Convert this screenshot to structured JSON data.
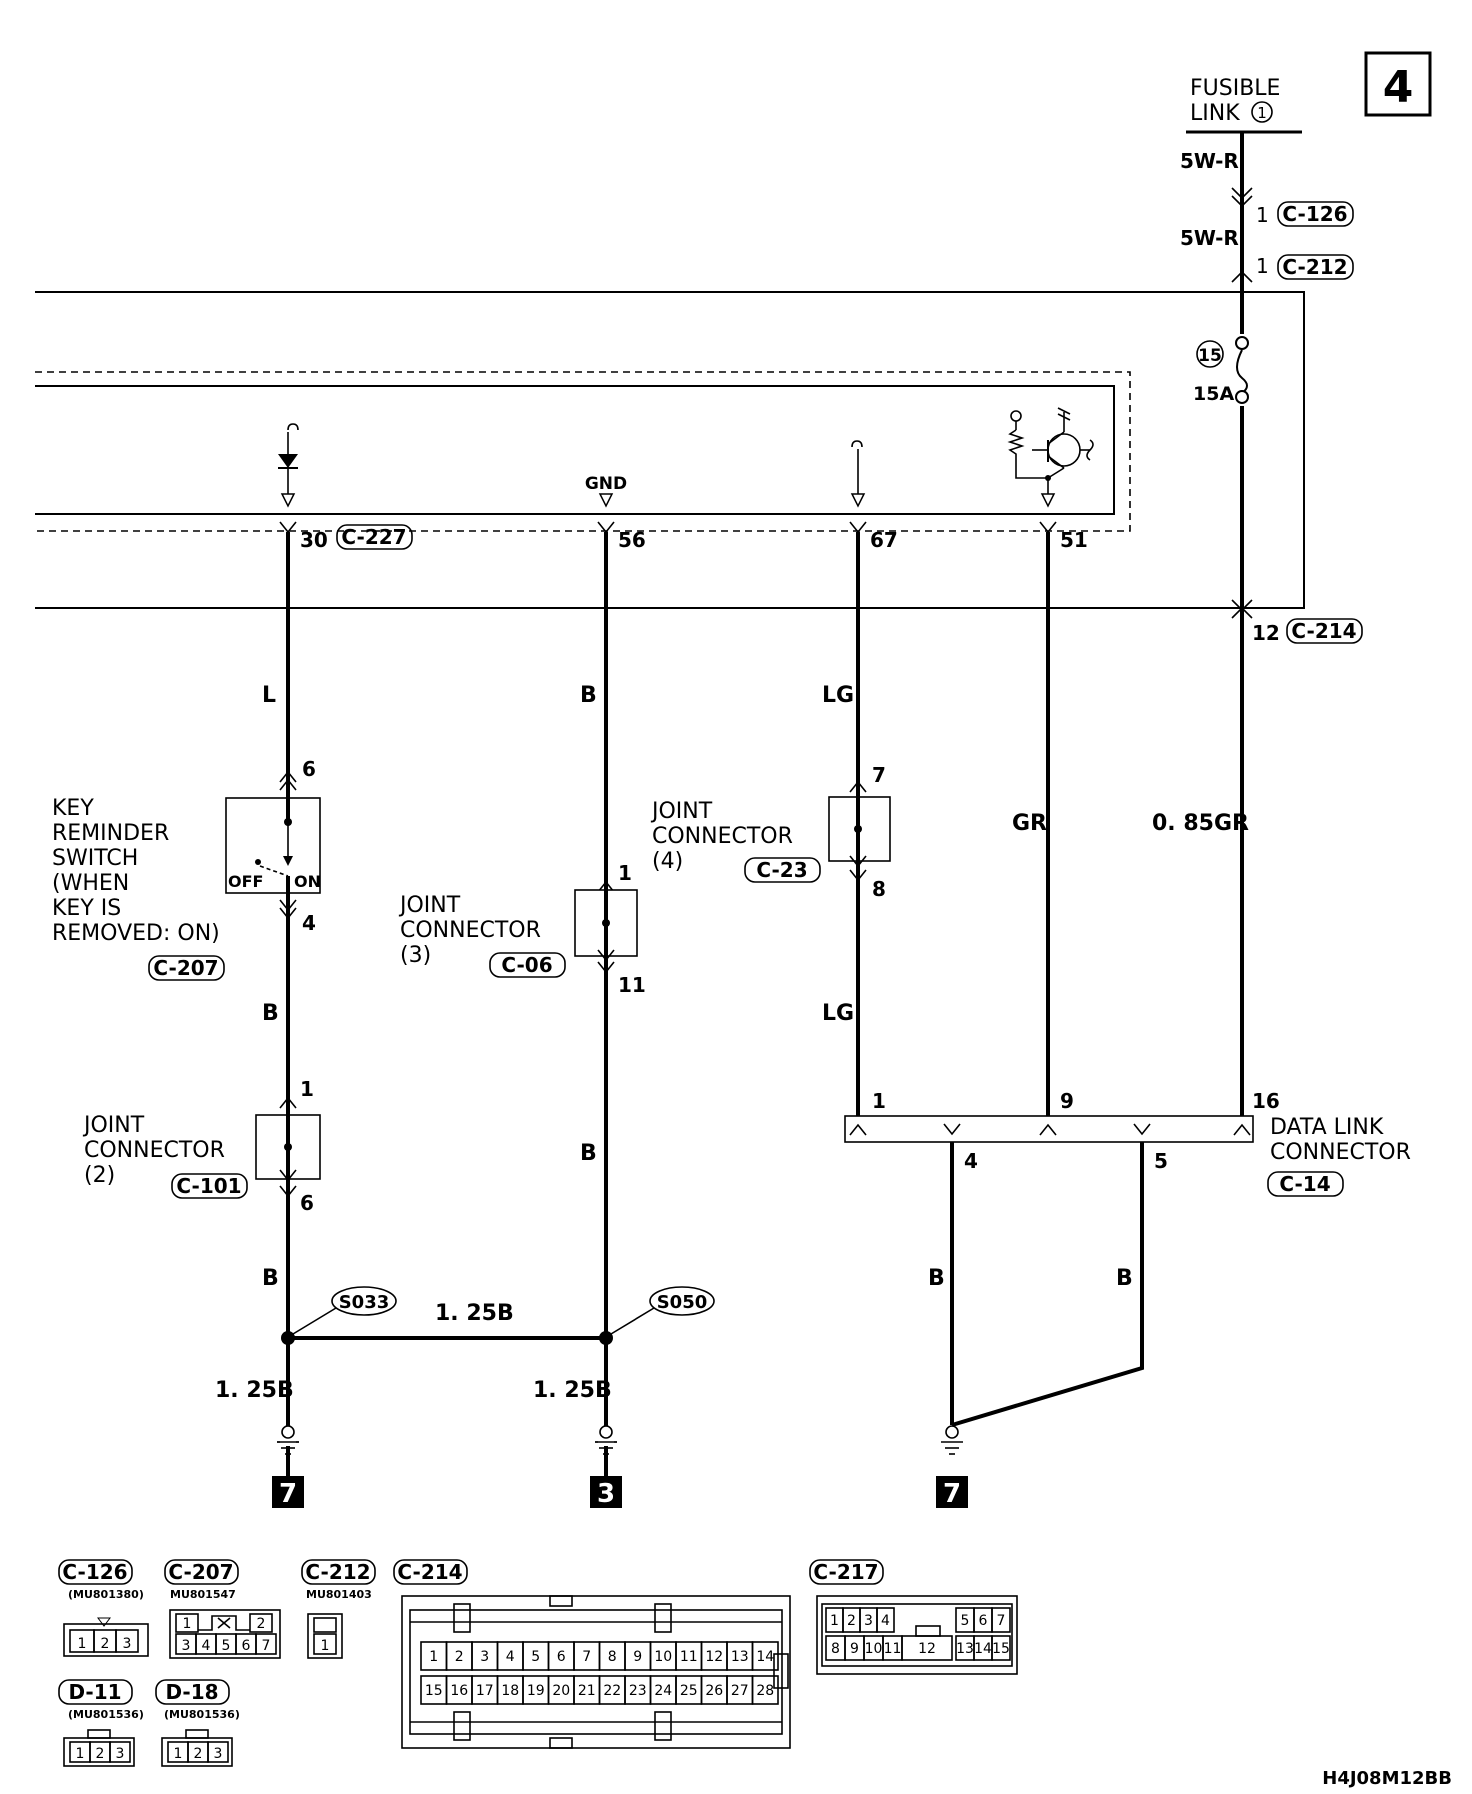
{
  "page_number": "4",
  "drawing_code": "H4J08M12BB",
  "fusible_link": {
    "label_line1": "FUSIBLE",
    "label_line2": "LINK",
    "number": "1"
  },
  "fuse": {
    "number": "15",
    "rating": "15A"
  },
  "ecu": {
    "gnd_label": "GND"
  },
  "wires": {
    "top1": "5W-R",
    "top2": "5W-R",
    "w30": "L",
    "w56": "B",
    "w67": "LG",
    "w51": "GR",
    "w12": "0. 85GR",
    "krs_out": "B",
    "jc3_out": "B",
    "jc4_out": "LG",
    "jc2_out": "B",
    "s033_down": "1. 25B",
    "s050_down": "1. 25B",
    "splice_link": "1. 25B",
    "dlc4": "B",
    "dlc5": "B"
  },
  "connector_refs": {
    "c126": "C-126",
    "c212": "C-212",
    "c227": "C-227",
    "c214": "C-214",
    "c207": "C-207",
    "c06": "C-06",
    "c23": "C-23",
    "c101": "C-101",
    "c14": "C-14"
  },
  "pins": {
    "p1a": "1",
    "p1b": "1",
    "p30": "30",
    "p56": "56",
    "p67": "67",
    "p51": "51",
    "p12": "12",
    "krs6": "6",
    "krs4": "4",
    "jc3_1": "1",
    "jc3_11": "11",
    "jc4_7": "7",
    "jc4_8": "8",
    "jc2_1": "1",
    "jc2_6": "6",
    "dlc1": "1",
    "dlc9": "9",
    "dlc16": "16",
    "dlc4": "4",
    "dlc5": "5"
  },
  "key_reminder": {
    "lines": [
      "KEY",
      "REMINDER",
      "SWITCH",
      "(WHEN",
      "KEY IS",
      "REMOVED: ON)"
    ],
    "off": "OFF",
    "on": "ON"
  },
  "joint_connector_3": {
    "line1": "JOINT",
    "line2": "CONNECTOR",
    "line3": "(3)"
  },
  "joint_connector_4": {
    "line1": "JOINT",
    "line2": "CONNECTOR",
    "line3": "(4)"
  },
  "joint_connector_2": {
    "line1": "JOINT",
    "line2": "CONNECTOR",
    "line3": "(2)"
  },
  "data_link_connector": {
    "line1": "DATA LINK",
    "line2": "CONNECTOR"
  },
  "splices": {
    "s033": "S033",
    "s050": "S050"
  },
  "grounds": {
    "g1": "7",
    "g2": "3",
    "g3": "7"
  },
  "connector_views": {
    "c126": {
      "name": "C-126",
      "part": "(MU801380)",
      "pins": [
        "1",
        "2",
        "3"
      ]
    },
    "c207": {
      "name": "C-207",
      "part": "MU801547",
      "top": [
        "1",
        "2"
      ],
      "bottom": [
        "3",
        "4",
        "5",
        "6",
        "7"
      ]
    },
    "c212": {
      "name": "C-212",
      "part": "MU801403",
      "pins": [
        "1"
      ]
    },
    "c214": {
      "name": "C-214",
      "row1": [
        "1",
        "2",
        "3",
        "4",
        "5",
        "6",
        "7",
        "8",
        "9",
        "10",
        "11",
        "12",
        "13",
        "14"
      ],
      "row2": [
        "15",
        "16",
        "17",
        "18",
        "19",
        "20",
        "21",
        "22",
        "23",
        "24",
        "25",
        "26",
        "27",
        "28"
      ]
    },
    "c217": {
      "name": "C-217",
      "row1a": [
        "1",
        "2",
        "3",
        "4"
      ],
      "row1b": [
        "5",
        "6",
        "7"
      ],
      "row2a": [
        "8",
        "9",
        "10",
        "11"
      ],
      "row2mid": "12",
      "row2b": [
        "13",
        "14",
        "15"
      ]
    },
    "d11": {
      "name": "D-11",
      "part": "(MU801536)",
      "pins": [
        "1",
        "2",
        "3"
      ]
    },
    "d18": {
      "name": "D-18",
      "part": "(MU801536)",
      "pins": [
        "1",
        "2",
        "3"
      ]
    }
  }
}
